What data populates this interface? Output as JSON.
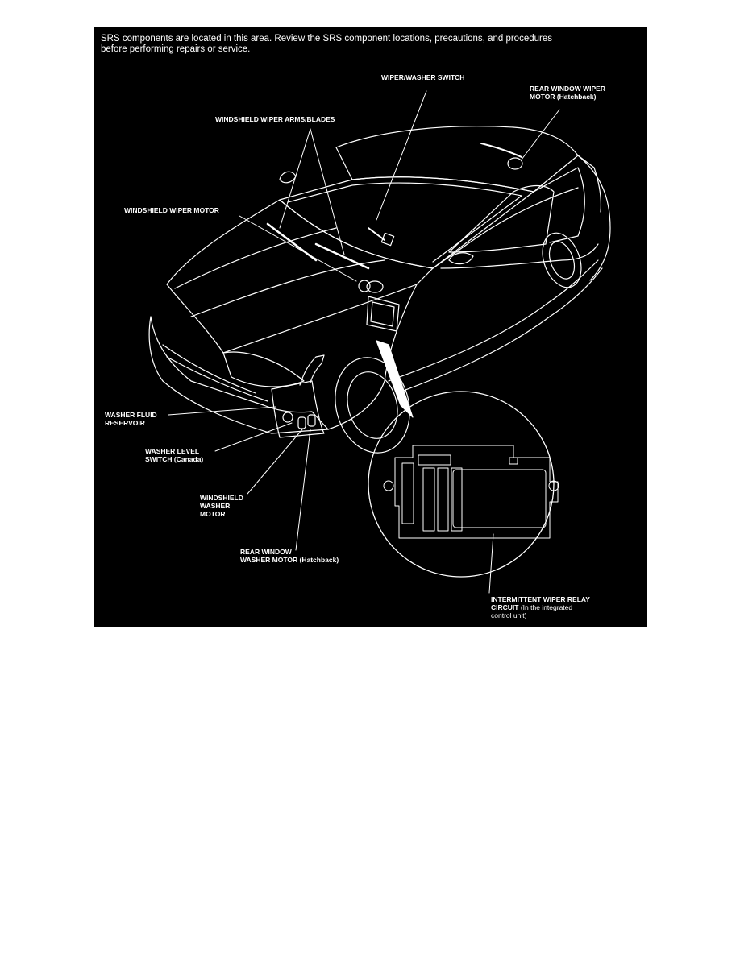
{
  "notice": {
    "line1": "SRS components are located in this area. Review the SRS component locations, precautions, and procedures",
    "line2": "before performing repairs or service."
  },
  "labels": {
    "wiper_washer_switch": "WIPER/WASHER SWITCH",
    "rear_wiper_motor": [
      "REAR WINDOW WIPER",
      "MOTOR (Hatchback)"
    ],
    "windshield_wiper_arms": "WINDSHIELD WIPER ARMS/BLADES",
    "windshield_wiper_motor": "WINDSHIELD WIPER MOTOR",
    "washer_fluid_reservoir": [
      "WASHER FLUID",
      "RESERVOIR"
    ],
    "washer_level_switch": [
      "WASHER LEVEL",
      "SWITCH (Canada)"
    ],
    "windshield_washer_motor": [
      "WINDSHIELD",
      "WASHER",
      "MOTOR"
    ],
    "rear_washer_motor": [
      "REAR WINDOW",
      "WASHER MOTOR (Hatchback)"
    ],
    "intermittent_relay": {
      "line1": "INTERMITTENT WIPER RELAY",
      "line2_bold": "CIRCUIT",
      "line2_rest": " (In the integrated",
      "line3": "control unit)"
    }
  },
  "colors": {
    "background": "#000000",
    "ink": "#ffffff"
  }
}
